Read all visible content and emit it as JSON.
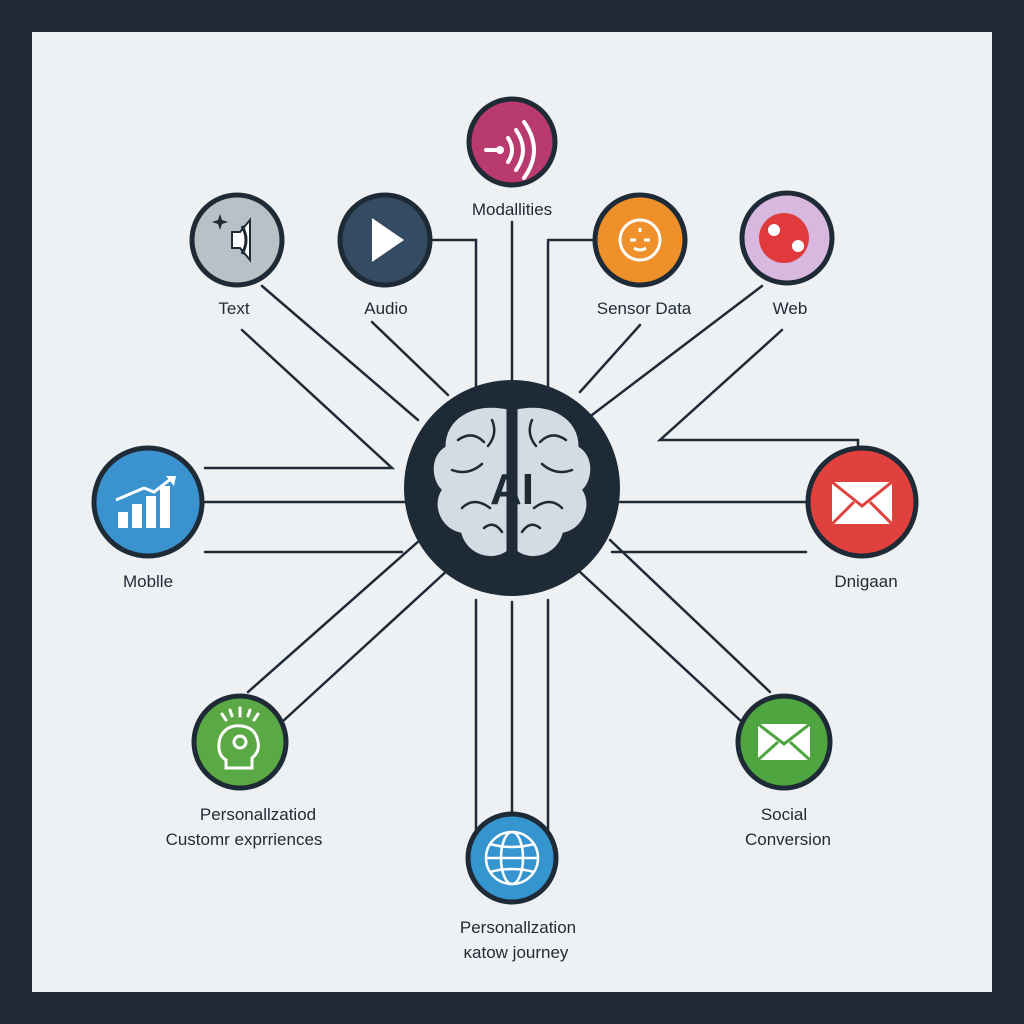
{
  "hub": {
    "label": "AI"
  },
  "nodes": {
    "modalities": {
      "label": "Modallities",
      "icon": "signal-waves-icon",
      "color": "#b83a6e"
    },
    "text": {
      "label": "Text",
      "icon": "speaker-icon",
      "color": "#b9c0c6"
    },
    "audio": {
      "label": "Audio",
      "icon": "play-icon",
      "color": "#344b63"
    },
    "sensor_data": {
      "label": "Sensor Data",
      "icon": "sensor-gauge-icon",
      "color": "#f0902b"
    },
    "web": {
      "label": "Web",
      "icon": "web-bubble-icon",
      "color": "#d9b8e0"
    },
    "mobile": {
      "label": "Moblle",
      "icon": "bar-chart-icon",
      "color": "#3a93cf"
    },
    "email": {
      "label": "Dnigaan",
      "icon": "envelope-icon",
      "color": "#e0413e"
    },
    "personalized": {
      "line1": "Personallzatiod",
      "line2": "Customr exprriences",
      "icon": "idea-head-icon",
      "color": "#5aa944"
    },
    "social": {
      "line1": "Social",
      "line2": "Conversion",
      "icon": "envelope-icon",
      "color": "#4fa53f"
    },
    "journey": {
      "line1": "Personallzation",
      "line2": "ĸatow journey",
      "icon": "globe-icon",
      "color": "#3596cf"
    }
  },
  "colors": {
    "frame": "#1f2a36",
    "background": "#eef1f3",
    "line": "#1e2a36",
    "hub": "#1e2a36",
    "brain": "#d4dbe2"
  }
}
